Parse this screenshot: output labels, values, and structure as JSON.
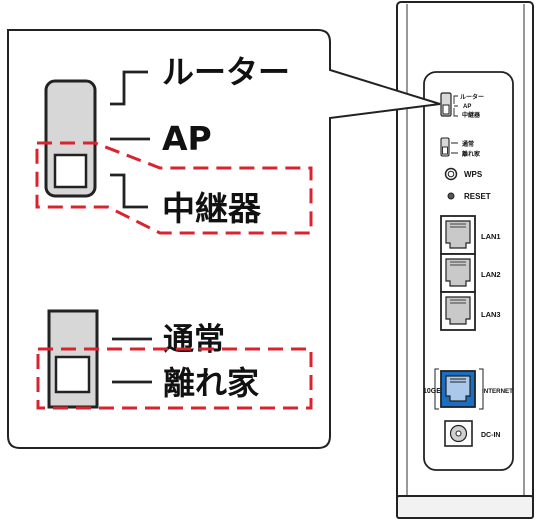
{
  "callout": {
    "mode_switch": {
      "labels": [
        "ルーター",
        "AP",
        "中継器"
      ],
      "selected_index": 2
    },
    "location_switch": {
      "labels": [
        "通常",
        "離れ家"
      ],
      "selected_index": 1
    },
    "highlight_color": "#d9232e"
  },
  "device": {
    "mode_switch_labels": [
      "ルーター",
      "AP",
      "中継器"
    ],
    "location_switch_labels": [
      "通常",
      "離れ家"
    ],
    "wps_label": "WPS",
    "reset_label": "RESET",
    "lan_ports": [
      "LAN1",
      "LAN2",
      "LAN3"
    ],
    "internet_port": {
      "label": "INTERNET",
      "speed_label": "10GE",
      "color": "#1a6fc4"
    },
    "dc_in_label": "DC-IN"
  }
}
